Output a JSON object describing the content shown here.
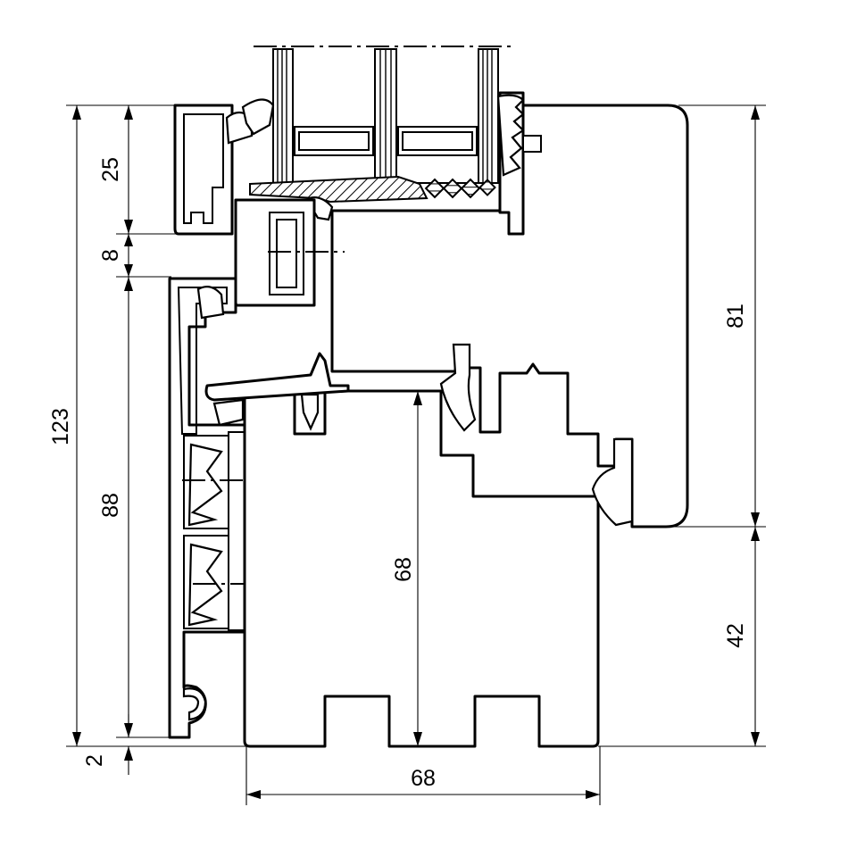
{
  "dimensions": {
    "total_height": "123",
    "upper_glass_rebate": "25",
    "gap": "8",
    "frame_height": "88",
    "bottom_offset": "2",
    "sash_height": "81",
    "sash_overlap": "42",
    "frame_depth_vertical": "68",
    "frame_depth_horizontal": "68"
  },
  "colors": {
    "line": "#000000",
    "background": "#ffffff"
  }
}
